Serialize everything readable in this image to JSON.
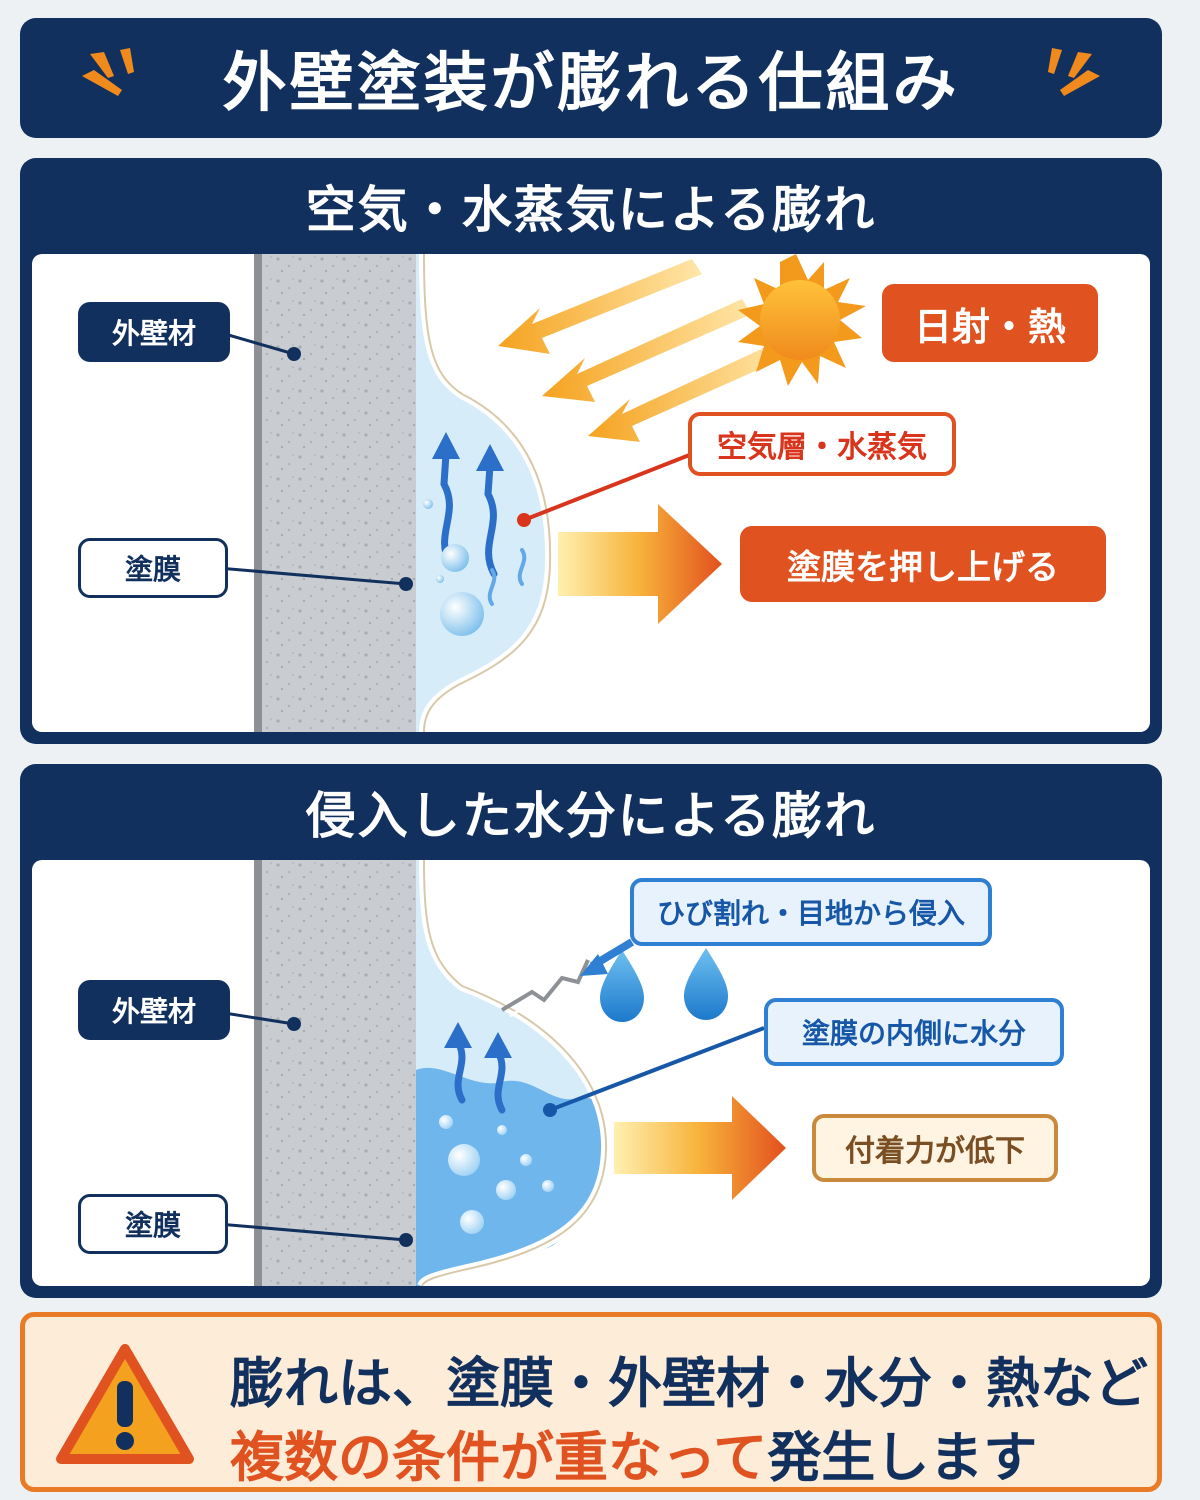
{
  "title": "外壁塗装が膨れる仕組み",
  "panel1": {
    "header": "空気・水蒸気による膨れ",
    "label_wall": "外壁材",
    "label_film": "塗膜",
    "label_heat": "日射・熱",
    "label_air": "空気層・水蒸気",
    "label_push": "塗膜を押し上げる"
  },
  "panel2": {
    "header": "侵入した水分による膨れ",
    "label_wall": "外壁材",
    "label_film": "塗膜",
    "label_crack": "ひび割れ・目地から侵入",
    "label_inside": "塗膜の内側に水分",
    "label_adhesion": "付着力が低下"
  },
  "warning": {
    "line1": "膨れは、塗膜・外壁材・水分・熱など",
    "line2_highlight": "複数の条件が重なって",
    "line2_rest": "発生します"
  },
  "colors": {
    "navy": "#12305e",
    "orange": "#e0521f",
    "blue": "#2f7fd2",
    "warning_bg": "#fdecd8"
  },
  "icons": [
    "sun-icon",
    "warning-triangle-icon",
    "water-drop-icon",
    "arrow-up-icon"
  ]
}
